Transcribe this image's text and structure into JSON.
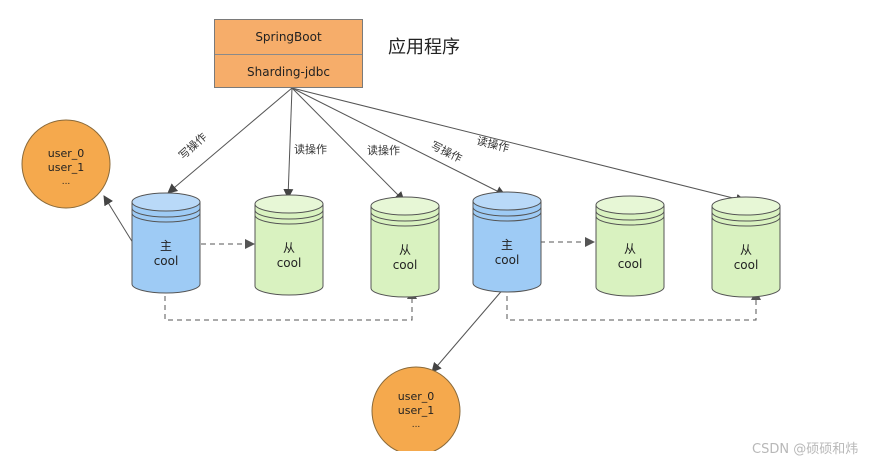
{
  "app": {
    "line1": "SpringBoot",
    "line2": "Sharding-jdbc",
    "caption": "应用程序"
  },
  "edges": {
    "write_1": "写操作",
    "read_1": "读操作",
    "read_2": "读操作",
    "write_2": "写操作",
    "read_3": "读操作"
  },
  "databases": [
    {
      "role": "主",
      "name": "cool",
      "kind": "master"
    },
    {
      "role": "从",
      "name": "cool",
      "kind": "slave"
    },
    {
      "role": "从",
      "name": "cool",
      "kind": "slave"
    },
    {
      "role": "主",
      "name": "cool",
      "kind": "master"
    },
    {
      "role": "从",
      "name": "cool",
      "kind": "slave"
    },
    {
      "role": "从",
      "name": "cool",
      "kind": "slave"
    }
  ],
  "tables": [
    {
      "lines": [
        "user_0",
        "user_1",
        "..."
      ]
    },
    {
      "lines": [
        "user_0",
        "user_1",
        "..."
      ]
    }
  ],
  "colors": {
    "master_fill": "#9ecbf5",
    "master_top": "#b9d9f8",
    "slave_fill": "#d9f2c0",
    "slave_top": "#e7f7d6",
    "orange": "#f5a94d",
    "app_fill": "#f6ad6a",
    "stroke": "#555555"
  },
  "watermark": "CSDN @硕硕和炜"
}
